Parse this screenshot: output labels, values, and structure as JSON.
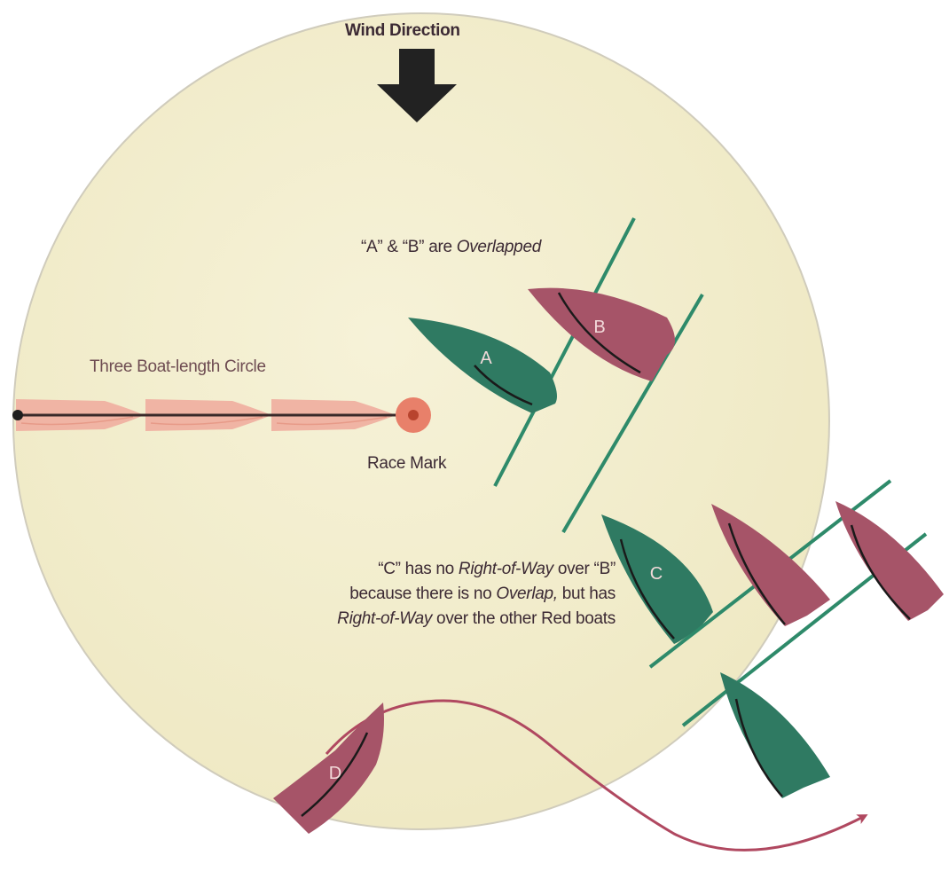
{
  "labels": {
    "wind_direction": "Wind Direction",
    "overlap": {
      "a": "“A”",
      "amp": " & ",
      "b": "“B”",
      "are": " are ",
      "overlapped": "Overlapped"
    },
    "three_boat_circle": "Three Boat-length Circle",
    "race_mark": "Race Mark",
    "note_c": {
      "line1_prefix": "“C”",
      "line1_mid": " has no ",
      "line1_row": "Right-of-Way",
      "line1_suffix": " over “B”",
      "line2_prefix": "because there is no ",
      "line2_overlap": "Overlap,",
      "line2_suffix": " but has",
      "line3_row": "Right-of-Way",
      "line3_suffix": " over the other Red boats"
    }
  },
  "boats": {
    "a": "A",
    "b": "B",
    "c": "C",
    "d": "D"
  },
  "colors": {
    "circle_fill": "#f4f0d2",
    "green_boat": "#2f7a62",
    "red_boat": "#a65468",
    "pink_boat": "#f0b4a4",
    "overlap_line": "#2e8a6a",
    "race_mark": "#e8806a",
    "wind_arrow": "#222222",
    "course_path": "#b04860"
  },
  "icons": {
    "wind": "down-arrow-icon",
    "mark": "race-mark-buoy-icon"
  }
}
